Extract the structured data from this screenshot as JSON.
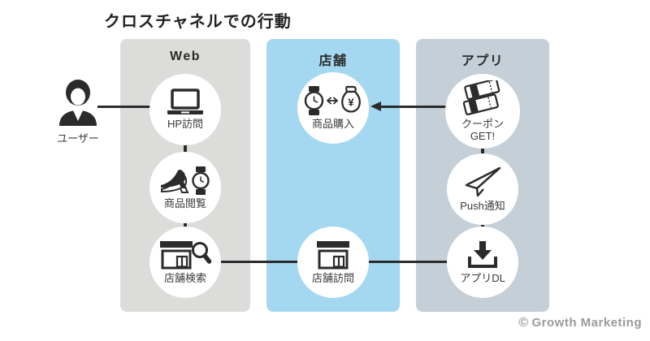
{
  "title": "クロスチャネルでの行動",
  "user": {
    "label": "ユーザー",
    "icon": "user-icon"
  },
  "columns": {
    "web": {
      "label": "Web",
      "bg": "#dcdcda"
    },
    "store": {
      "label": "店舗",
      "bg": "#a4d8f1"
    },
    "app": {
      "label": "アプリ",
      "bg": "#c4cfd8"
    }
  },
  "nodes": {
    "hp": {
      "label": "HP訪問",
      "icon": "laptop-icon"
    },
    "browse": {
      "label": "商品閲覧",
      "icon": "heels-watch-icon"
    },
    "search": {
      "label": "店舗検索",
      "icon": "storefront-magnifier-icon"
    },
    "purchase": {
      "label": "商品購入",
      "icon": "watch-moneybag-exchange-icon"
    },
    "visit": {
      "label": "店舗訪問",
      "icon": "storefront-icon"
    },
    "coupon": {
      "label_line1": "クーポン",
      "label_line2": "GET!",
      "icon": "coupon-tickets-icon"
    },
    "push": {
      "label": "Push通知",
      "icon": "paper-plane-icon"
    },
    "dl": {
      "label": "アプリDL",
      "icon": "download-icon"
    }
  },
  "footer": {
    "copyright_symbol": "©",
    "credit": "Growth Marketing"
  },
  "colors": {
    "line": "#2b2b2b",
    "circle_bg": "#ffffff",
    "web_column_bg": "#dcdcda",
    "store_column_bg": "#a4d8f1",
    "app_column_bg": "#c4cfd8",
    "credit_text": "#9b9b9b"
  }
}
